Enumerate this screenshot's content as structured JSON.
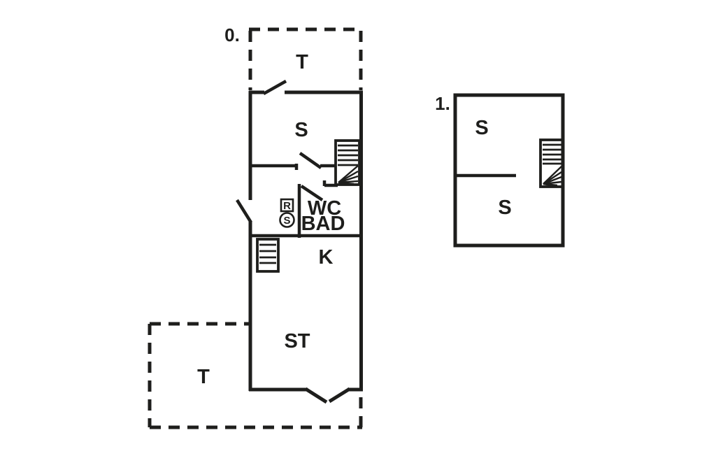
{
  "colors": {
    "ink": "#1e1e1c",
    "paper": "#ffffff"
  },
  "floor0": {
    "label": "0.",
    "terrace_top": "T",
    "bedroom": "S",
    "wc": "WC",
    "bath": "BAD",
    "kitchen": "K",
    "living_room": "ST",
    "terrace_bottom": "T",
    "radiator_symbol": "R",
    "s_symbol": "S"
  },
  "floor1": {
    "label": "1.",
    "bedroom_upper": "S",
    "bedroom_lower": "S"
  }
}
